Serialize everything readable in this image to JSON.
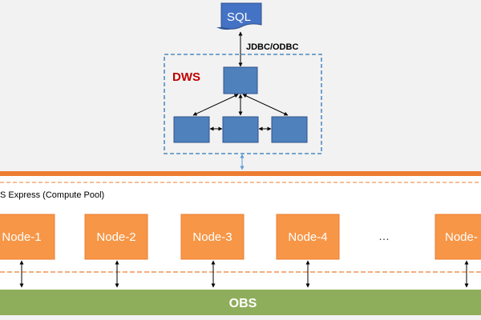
{
  "diagram": {
    "sql_label": "SQL",
    "connection_label": "JDBC/ODBC",
    "dws_label": "DWS",
    "compute_pool_label": "S Express (Compute Pool)",
    "nodes": [
      "Node-1",
      "Node-2",
      "Node-3",
      "Node-4",
      "Node-"
    ],
    "ellipsis": "…",
    "storage_label": "OBS"
  },
  "colors": {
    "background": "#f2f2f2",
    "sql_fill": "#4472c4",
    "box_fill": "#4f81bd",
    "box_stroke": "#2f528f",
    "dws_border": "#2e75b6",
    "dws_label": "#c00000",
    "orange_band": "#ed7d31",
    "node_fill": "#f79646",
    "obs_fill": "#8fae5b"
  }
}
